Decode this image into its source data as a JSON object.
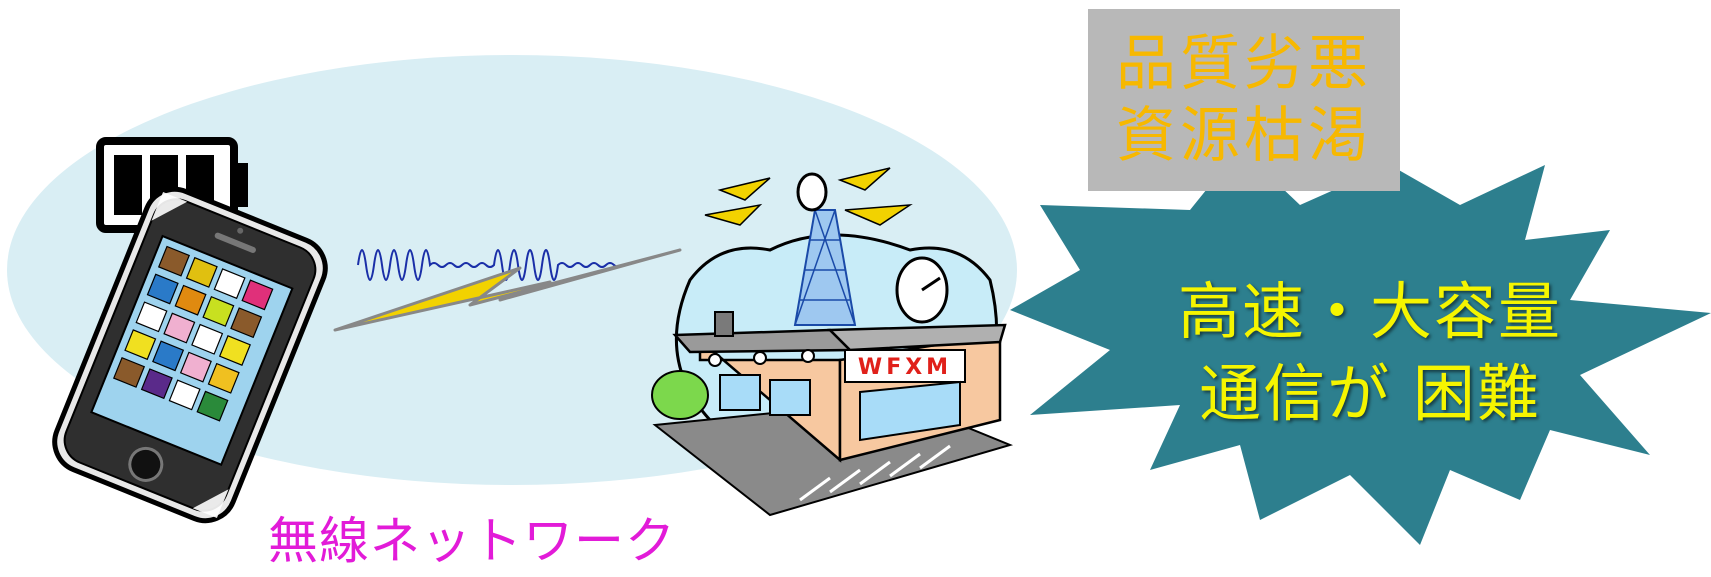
{
  "network_label": "無線ネットワーク",
  "quality_box": {
    "line1": "品質劣悪",
    "line2": "資源枯渇"
  },
  "burst": {
    "line1": "高速・大容量",
    "line2": "通信が 困難"
  },
  "station_sign": "WFXM",
  "colors": {
    "network_area": "#d9eef4",
    "label_text": "#e21bd8",
    "quality_box_bg": "#b8b8b8",
    "quality_text": "#f7b800",
    "burst_fill": "#2d7f8e",
    "burst_text": "#f5f500",
    "lightning": "#f2d200",
    "signal_wave": "#1a2fa8"
  },
  "icons": {
    "battery": "battery-full-icon",
    "phone": "smartphone-icon",
    "station": "radio-station-icon",
    "lightning": "lightning-bolt-icon"
  }
}
